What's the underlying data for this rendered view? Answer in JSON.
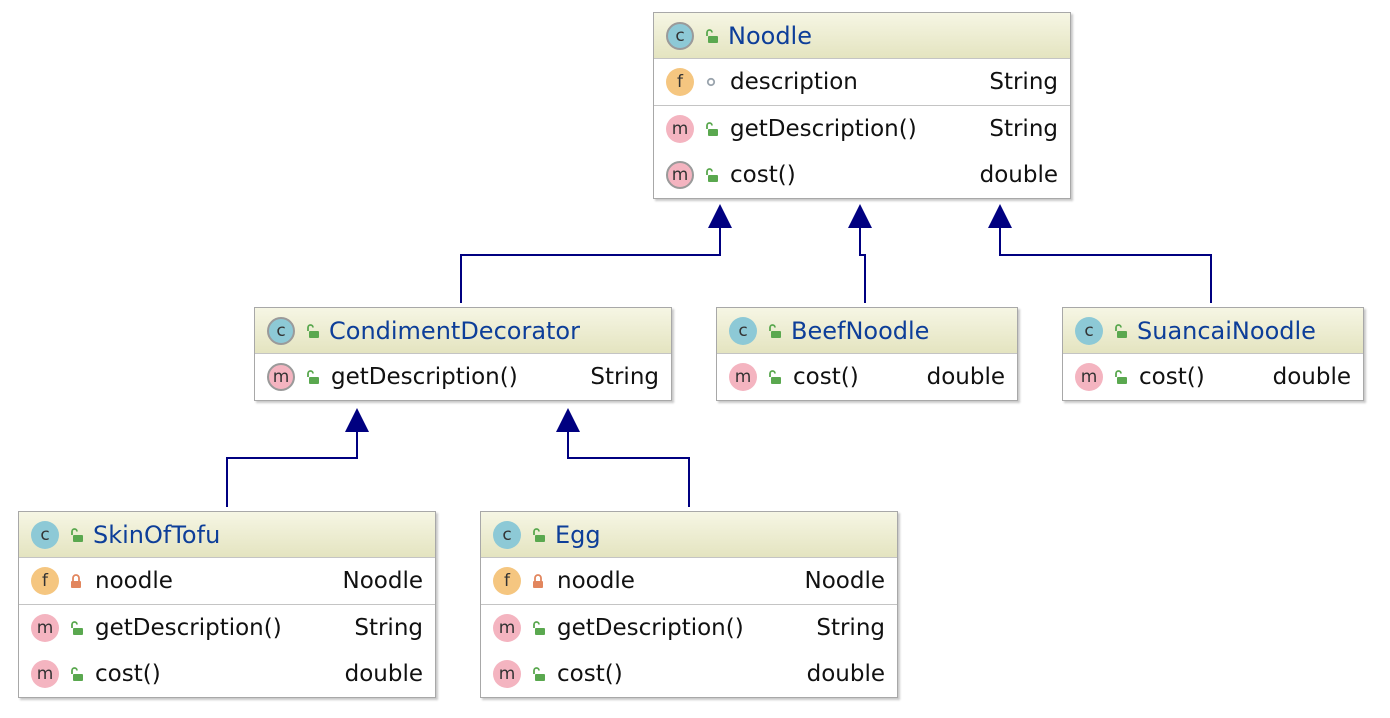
{
  "colors": {
    "class_badge": "#8dc9d6",
    "field_badge": "#f5c680",
    "method_badge": "#f4b4c0",
    "public_icon": "#5aa84f",
    "private_icon": "#e2865e",
    "package_icon": "#9aa4ad",
    "class_name": "#0d3e99",
    "inheritance_arrow": "#000080"
  },
  "classes": {
    "noodle": {
      "name": "Noodle",
      "abstract": true,
      "fields": [
        {
          "badge": "f",
          "visibility": "package",
          "name": "description",
          "type": "String"
        }
      ],
      "methods": [
        {
          "badge": "m",
          "visibility": "public",
          "name": "getDescription()",
          "type": "String",
          "abstract": false
        },
        {
          "badge": "m",
          "visibility": "public",
          "name": "cost()",
          "type": "double",
          "abstract": true
        }
      ]
    },
    "condiment": {
      "name": "CondimentDecorator",
      "abstract": true,
      "fields": [],
      "methods": [
        {
          "badge": "m",
          "visibility": "public",
          "name": "getDescription()",
          "type": "String",
          "abstract": true
        }
      ]
    },
    "beef": {
      "name": "BeefNoodle",
      "abstract": false,
      "fields": [],
      "methods": [
        {
          "badge": "m",
          "visibility": "public",
          "name": "cost()",
          "type": "double",
          "abstract": false
        }
      ]
    },
    "suancai": {
      "name": "SuancaiNoodle",
      "abstract": false,
      "fields": [],
      "methods": [
        {
          "badge": "m",
          "visibility": "public",
          "name": "cost()",
          "type": "double",
          "abstract": false
        }
      ]
    },
    "skin": {
      "name": "SkinOfTofu",
      "abstract": false,
      "fields": [
        {
          "badge": "f",
          "visibility": "private",
          "name": "noodle",
          "type": "Noodle"
        }
      ],
      "methods": [
        {
          "badge": "m",
          "visibility": "public",
          "name": "getDescription()",
          "type": "String",
          "abstract": false
        },
        {
          "badge": "m",
          "visibility": "public",
          "name": "cost()",
          "type": "double",
          "abstract": false
        }
      ]
    },
    "egg": {
      "name": "Egg",
      "abstract": false,
      "fields": [
        {
          "badge": "f",
          "visibility": "private",
          "name": "noodle",
          "type": "Noodle"
        }
      ],
      "methods": [
        {
          "badge": "m",
          "visibility": "public",
          "name": "getDescription()",
          "type": "String",
          "abstract": false
        },
        {
          "badge": "m",
          "visibility": "public",
          "name": "cost()",
          "type": "double",
          "abstract": false
        }
      ]
    }
  },
  "inheritance": [
    {
      "from": "condiment",
      "to": "noodle"
    },
    {
      "from": "beef",
      "to": "noodle"
    },
    {
      "from": "suancai",
      "to": "noodle"
    },
    {
      "from": "skin",
      "to": "condiment"
    },
    {
      "from": "egg",
      "to": "condiment"
    }
  ],
  "icon_names": {
    "class": "class-icon",
    "field": "field-icon",
    "method": "method-icon",
    "public": "unlocked-padlock-icon",
    "private": "locked-padlock-icon",
    "package": "package-dot-icon"
  }
}
